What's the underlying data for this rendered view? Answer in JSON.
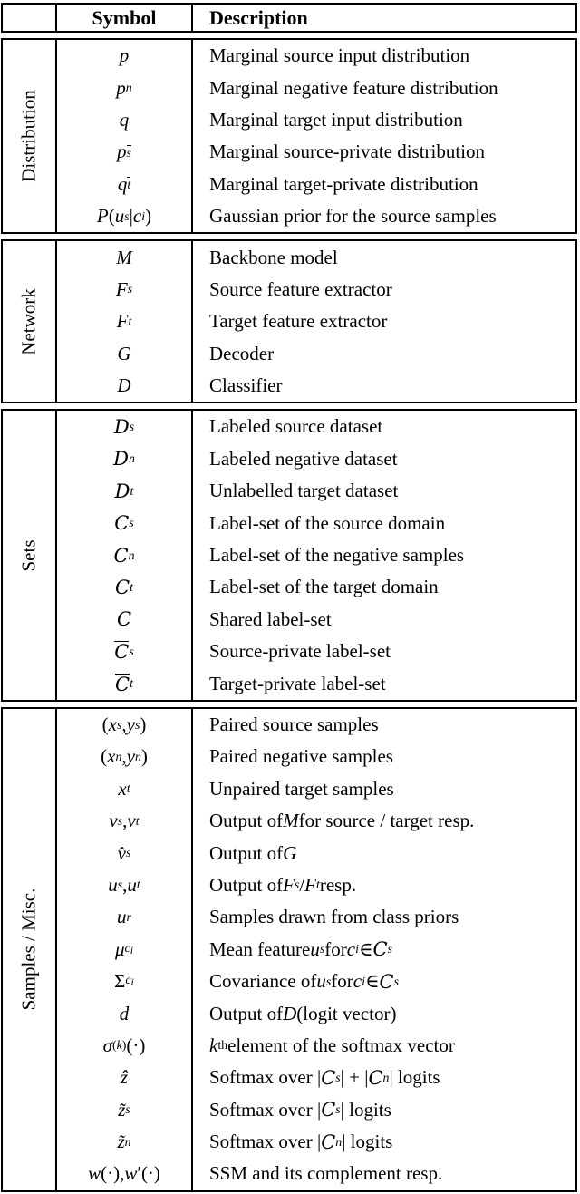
{
  "table": {
    "header": {
      "symbol": "Symbol",
      "description": "Description"
    },
    "sections": [
      {
        "label": "Distribution",
        "rows": [
          {
            "symbol": "<i>p</i>",
            "description": "Marginal source input distribution"
          },
          {
            "symbol": "<i>p</i><sub><i>n</i></sub>",
            "description": "Marginal negative feature distribution"
          },
          {
            "symbol": "<i>q</i>",
            "description": "Marginal target input distribution"
          },
          {
            "symbol": "<i>p</i><sub><span class='ov'><i>s</i></span></sub>",
            "description": "Marginal source-private distribution"
          },
          {
            "symbol": "<i>q</i><sub><span class='ov'><i>t</i></span></sub>",
            "description": "Marginal target-private distribution"
          },
          {
            "symbol": "<i>P</i>(<i>u</i><sub><i>s</i></sub>|<i>c</i><sub><i>i</i></sub>)",
            "description": "Gaussian prior for the source samples"
          }
        ]
      },
      {
        "label": "Network",
        "rows": [
          {
            "symbol": "<i>M</i>",
            "description": "Backbone model"
          },
          {
            "symbol": "<i>F</i><sub><i>s</i></sub>",
            "description": "Source feature extractor"
          },
          {
            "symbol": "<i>F</i><sub><i>t</i></sub>",
            "description": "Target feature extractor"
          },
          {
            "symbol": "<i>G</i>",
            "description": "Decoder"
          },
          {
            "symbol": "<i>D</i>",
            "description": "Classifier"
          }
        ]
      },
      {
        "label": "Sets",
        "rows": [
          {
            "symbol": "<span class='cal'>D</span><sub><i>s</i></sub>",
            "description": "Labeled source dataset"
          },
          {
            "symbol": "<span class='cal'>D</span><sub><i>n</i></sub>",
            "description": "Labeled negative dataset"
          },
          {
            "symbol": "<span class='cal'>D</span><sub><i>t</i></sub>",
            "description": "Unlabelled target dataset"
          },
          {
            "symbol": "<span class='cal'>C</span><sub><i>s</i></sub>",
            "description": "Label-set of the source domain"
          },
          {
            "symbol": "<span class='cal'>C</span><sub><i>n</i></sub>",
            "description": "Label-set of the negative samples"
          },
          {
            "symbol": "<span class='cal'>C</span><sub><i>t</i></sub>",
            "description": "Label-set of the target domain"
          },
          {
            "symbol": "<span class='cal'>C</span>",
            "description": "Shared label-set"
          },
          {
            "symbol": "<span class='ov'><span class='cal'>C</span></span><sub><i>s</i></sub>",
            "description": "Source-private label-set"
          },
          {
            "symbol": "<span class='ov'><span class='cal'>C</span></span><sub><i>t</i></sub>",
            "description": "Target-private label-set"
          }
        ]
      },
      {
        "label": "Samples / Misc.",
        "rows": [
          {
            "symbol": "(<i>x</i><sub><i>s</i></sub>, <i>y</i><sub><i>s</i></sub>)",
            "description": "Paired source samples"
          },
          {
            "symbol": "(<i>x</i><sub><i>n</i></sub>, <i>y</i><sub><i>n</i></sub>)",
            "description": "Paired negative samples"
          },
          {
            "symbol": "<i>x</i><sub><i>t</i></sub>",
            "description": "Unpaired target samples"
          },
          {
            "symbol": "<i>v</i><sub><i>s</i></sub>, <i>v</i><sub><i>t</i></sub>",
            "description": "Output of <i>M</i> for source / target resp."
          },
          {
            "symbol": "<i>v&#770;</i><sub><i>s</i></sub>",
            "description": "Output of <i>G</i>"
          },
          {
            "symbol": "<i>u</i><sub><i>s</i></sub>, <i>u</i><sub><i>t</i></sub>",
            "description": "Output of <i>F</i><sub><i>s</i></sub> / <i>F</i><sub><i>t</i></sub> resp."
          },
          {
            "symbol": "<i>u</i><sub><i>r</i></sub>",
            "description": "Samples drawn from class priors"
          },
          {
            "symbol": "<i>&#956;</i><sub><i>c</i><sub><i>i</i></sub></sub>",
            "description": "Mean feature <i>u</i><sub><i>s</i></sub> for <i>c</i><sub><i>i</i></sub> &#8712; <span class='cal'>C</span><sub><i>s</i></sub>"
          },
          {
            "symbol": "&#931;<sub><i>c</i><sub><i>i</i></sub></sub>",
            "description": "Covariance of <i>u</i><sub><i>s</i></sub> for <i>c</i><sub><i>i</i></sub> &#8712; <span class='cal'>C</span><sub><i>s</i></sub>"
          },
          {
            "symbol": "<i>d</i>",
            "description": "Output of <i>D</i> (logit vector)"
          },
          {
            "symbol": "<i>&#963;</i><sup>(<i>k</i>)</sup>(&#183;)",
            "description": "<i>k</i><sup>th</sup> element of the softmax vector"
          },
          {
            "symbol": "<i>z&#770;</i>",
            "description": "Softmax over |<span class='cal'>C</span><sub><i>s</i></sub>| + |<span class='cal'>C</span><sub><i>n</i></sub>| logits"
          },
          {
            "symbol": "<i>z&#771;</i><sub><i>s</i></sub>",
            "description": "Softmax over |<span class='cal'>C</span><sub><i>s</i></sub>| logits"
          },
          {
            "symbol": "<i>z&#771;</i><sub><i>n</i></sub>",
            "description": "Softmax over |<span class='cal'>C</span><sub><i>n</i></sub>| logits"
          },
          {
            "symbol": "<i>w</i>(&#183;), <i>w</i>&#8242;(&#183;)",
            "description": "SSM and its complement resp."
          }
        ]
      }
    ]
  }
}
